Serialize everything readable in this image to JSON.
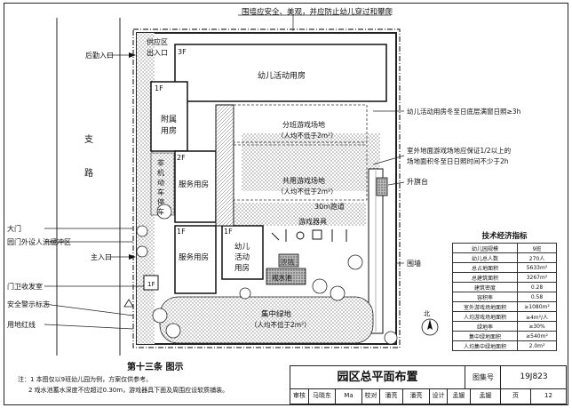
{
  "title_block": {
    "title": "园区总平面布置",
    "atlas_label": "图集号",
    "atlas_no": "19J823",
    "row": {
      "review_label": "审核",
      "reviewer": "马晓东",
      "reviewer_sign": "Ma",
      "check_label": "校对",
      "checker": "潘亮",
      "checker_sign": "潘亮",
      "design_label": "设计",
      "designer": "孟媛",
      "designer_sign": "孟媛",
      "page_label": "页",
      "page_no": "12"
    }
  },
  "section_title": "第十三条 图示",
  "notes": {
    "n1": "注：1 本图仅以9班幼儿园为例，方案仅供参考。",
    "n2": "2 戏水池蓄水深度不应超过0.30m，游戏器具下面及周围应设软质铺装。"
  },
  "indicator_table": {
    "title": "技术经济指标",
    "rows": [
      [
        "幼儿园规模",
        "9班"
      ],
      [
        "幼儿总人数",
        "270人"
      ],
      [
        "总占地面积",
        "5633m²"
      ],
      [
        "总建筑面积",
        "3267m²"
      ],
      [
        "建筑密度",
        "0.28"
      ],
      [
        "容积率",
        "0.58"
      ],
      [
        "室外游戏场地面积",
        "≥1080m²"
      ],
      [
        "人均游戏场地面积",
        "≥4m²/人"
      ],
      [
        "绿地率",
        "≥30%"
      ],
      [
        "集中绿地面积",
        "≥540m²"
      ],
      [
        "人均集中绿地面积",
        "2.0m²"
      ]
    ]
  },
  "plan_labels": {
    "fence_note": "围墙应安全、美观，并应防止幼儿穿过和攀爬",
    "supply_zone": "供应区",
    "entrance_word": "出入口",
    "back_entrance": "后勤入口",
    "f3": "3F",
    "f1a": "1F",
    "f2": "2F",
    "f1b": "1F",
    "f1c": "1F",
    "f1d": "1F",
    "kids_room_main": "幼儿活动用房",
    "annex_a": "附属",
    "annex_b": "用房",
    "service_upper": "服务用房",
    "service_lower": "服务用房",
    "kids_room_b_1": "幼儿",
    "kids_room_b_2": "活动",
    "kids_room_b_3": "用房",
    "road_1": "支",
    "road_2": "路",
    "parking": [
      "非",
      "机",
      "动",
      "车",
      "停",
      "车"
    ],
    "split_class_1": "分班游戏场地",
    "split_class_2": "（人均不低于2m²）",
    "shared_1": "共用游戏场地",
    "shared_2": "（人均不低于2m²）",
    "sunlight_1": "幼儿活动用房冬至日底层满窗日照≥3h",
    "outdoor_1": "室外地面游戏场地应保证1/2以上的",
    "outdoor_2": "场地面积冬至日日照时间不少于2h",
    "flag": "升旗台",
    "runway": "30m跑道",
    "equipment": "游戏器具",
    "sandpit": "沙坑",
    "pool": "戏水池",
    "fence": "围墙",
    "green_1": "集中绿地",
    "green_2": "（人均不低于2m²）",
    "gate": "大门",
    "buffer": "园门外设人流缓冲区",
    "main_entrance": "主入口",
    "guard": "门卫收发室",
    "warning": "安全警示标志",
    "redline": "用地红线",
    "north": "北"
  }
}
